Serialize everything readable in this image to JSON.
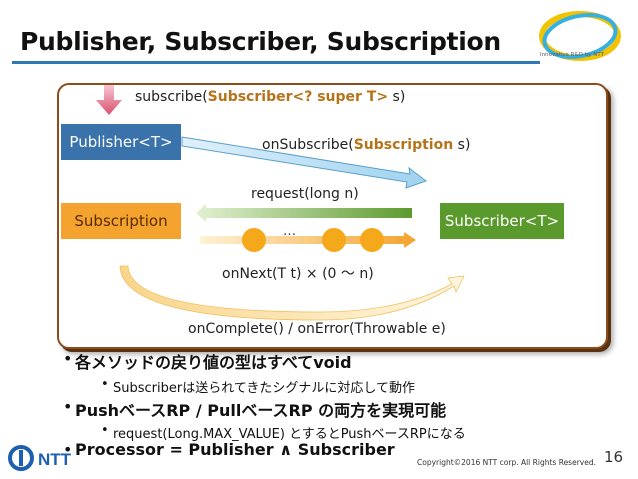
{
  "slide": {
    "title": "Publisher, Subscriber, Subscription",
    "logo_caption": "Innovative R&D by NTT",
    "page_number": "16",
    "copyright": "Copyright©2016  NTT corp. All Rights Reserved.",
    "footer_logo_text": "NTT"
  },
  "diagram": {
    "publisher": "Publisher<T>",
    "subscription": "Subscription",
    "subscriber": "Subscriber<T>",
    "subscribe_call": {
      "pre": "subscribe(",
      "highlight": "Subscriber<? super T>",
      "post": " s)"
    },
    "on_subscribe": {
      "pre": "onSubscribe(",
      "highlight": "Subscription",
      "post": " s)"
    },
    "request": "request(long n)",
    "ellipsis": "…",
    "on_next": "onNext(T t) × (0 ～ n)",
    "on_complete": "onComplete() / onError(Throwable e)"
  },
  "bullets": [
    {
      "text": "各メソッドの戻り値の型はすべてvoid",
      "sub": "Subscriberは送られてきたシグナルに対応して動作"
    },
    {
      "text": "PushベースRP / PullベースRP の両方を実現可能",
      "sub": "request(Long.MAX_VALUE) とするとPushベースRPになる"
    },
    {
      "text": "Processor = Publisher ∧ Subscriber"
    }
  ],
  "colors": {
    "title_rule": "#2f78b5",
    "publisher": "#3a73ab",
    "subscription": "#f4a32e",
    "subscriber": "#5a9a2c",
    "frame": "#8a4d1b",
    "highlight": "#b6731a"
  }
}
